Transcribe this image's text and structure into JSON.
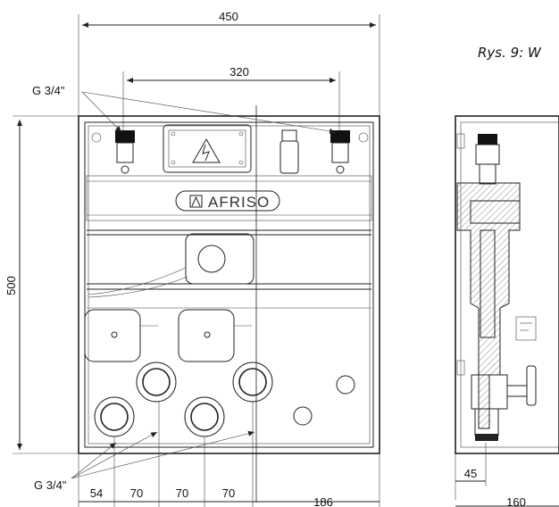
{
  "caption": "Rys. 9: W",
  "dimensions": {
    "width_total": "450",
    "pipe_spacing": "320",
    "height": "500",
    "bottom_54": "54",
    "bottom_70_a": "70",
    "bottom_70_b": "70",
    "bottom_70_c": "70",
    "bottom_186": "186",
    "side_45": "45",
    "side_160": "160"
  },
  "labels": {
    "thread_top": "G 3/4\"",
    "thread_bottom": "G 3/4\"",
    "brand": "AFRISO"
  }
}
